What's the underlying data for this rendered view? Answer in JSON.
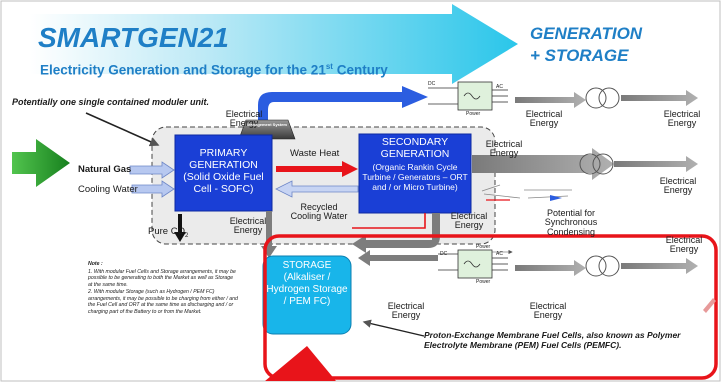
{
  "header": {
    "title": "SMARTGEN21",
    "subtitle": "Electricity Generation and Storage for the 21",
    "subtitle_sup": "st",
    "subtitle_end": " Century",
    "generation_line1": "GENERATION",
    "generation_line2": "+ STORAGE"
  },
  "labels": {
    "potentially": "Potentially one single contained moduler unit.",
    "natural_gas": "Natural Gas",
    "cooling_water": "Cooling Water",
    "pure_co2": "Pure CO",
    "pure_co2_sub": "2",
    "electrical_energy": "Electrical Energy",
    "waste_heat": "Waste Heat",
    "recycled_cooling_water": "Recycled Cooling Water",
    "potential_synchronous": "Potential for Synchronous Condensing",
    "pem_caption": "Proton-Exchange Membrane Fuel Cells, also known as Polymer Electrolyte Membrane (PEM) Fuel Cells (PEMFC).",
    "power": "Power",
    "dc": "DC",
    "ac": "AC"
  },
  "boxes": {
    "management": "Management System",
    "primary": "PRIMARY GENERATION (Solid Oxide Fuel Cell - SOFC)",
    "secondary_title": "SECONDARY GENERATION",
    "secondary_body": "(Organic Rankin Cycle Turbine / Generators – ORT and / or Micro Turbine)",
    "storage": "STORAGE (Alkaliser / Hydrogen Storage / PEM FC)"
  },
  "note": {
    "heading": "Note :",
    "items": [
      "1.  With modular Fuel Cells and Storage arrangements, it may be possible to be generating to both the Market as well as Storage at the same time.",
      "2.  With modular Storage (such as Hydrogen / PEM FC) arrangements, it may be possible to be charging from either / and the Fuel Cell and ORT at the same time as discharging and / or charging part of the Battery to or from the Market."
    ]
  },
  "colors": {
    "title_blue": "#1f7fc6",
    "box_blue": "#1a3fd6",
    "storage_cyan": "#18b5ea",
    "red_outline": "#e8141a",
    "arrow_green": "#2ea02e",
    "header_arrow": "#27c7e8"
  }
}
